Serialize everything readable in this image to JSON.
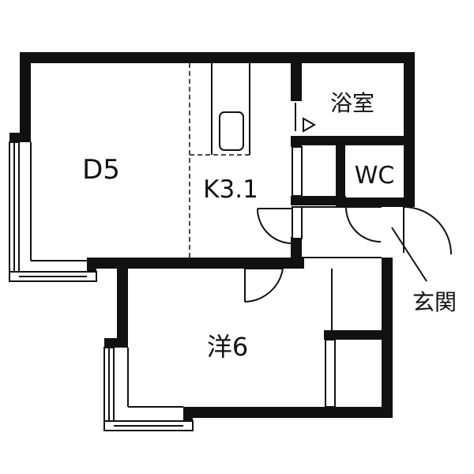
{
  "rooms": {
    "dining": "D5",
    "kitchen": "K3.1",
    "bath": "浴室",
    "toilet": "WC",
    "western": "洋6",
    "entrance": "玄関"
  },
  "colors": {
    "wall": "#111111",
    "background": "#ffffff"
  },
  "icons": {
    "sink": "sink-icon",
    "doors": "door-swing-icon",
    "windows": "window-icon"
  }
}
